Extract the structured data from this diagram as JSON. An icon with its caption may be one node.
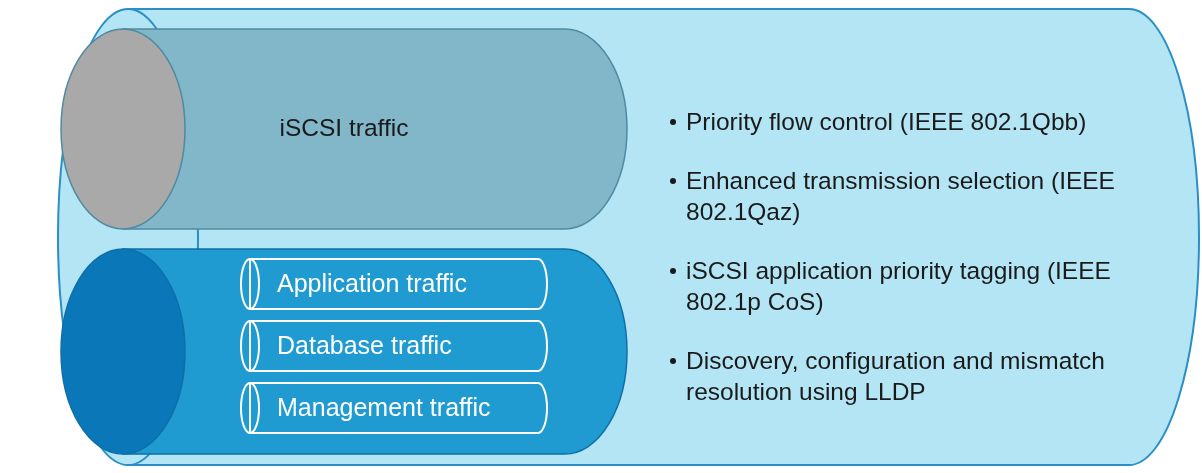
{
  "diagram": {
    "nodes": [
      {
        "text": [],
        "shape": "cylinder"
      },
      {
        "text": [
          "iSCSI traffic"
        ],
        "in": 0
      },
      {
        "text": [],
        "shape": "cylinder",
        "in": 0
      },
      {
        "text": [
          "Application traffic"
        ],
        "in": 2
      },
      {
        "text": [
          "Database traffic"
        ],
        "in": 2
      },
      {
        "text": [
          "Management traffic"
        ],
        "in": 2
      }
    ],
    "labels": [
      "Priority flow control (IEEE 802.1Qbb)",
      "Enhanced transmission selection (IEEE 802.1Qaz)",
      "iSCSI application priority tagging (IEEE 802.1p CoS)",
      "Discovery, configuration and mismatch resolution using LLDP"
    ]
  }
}
